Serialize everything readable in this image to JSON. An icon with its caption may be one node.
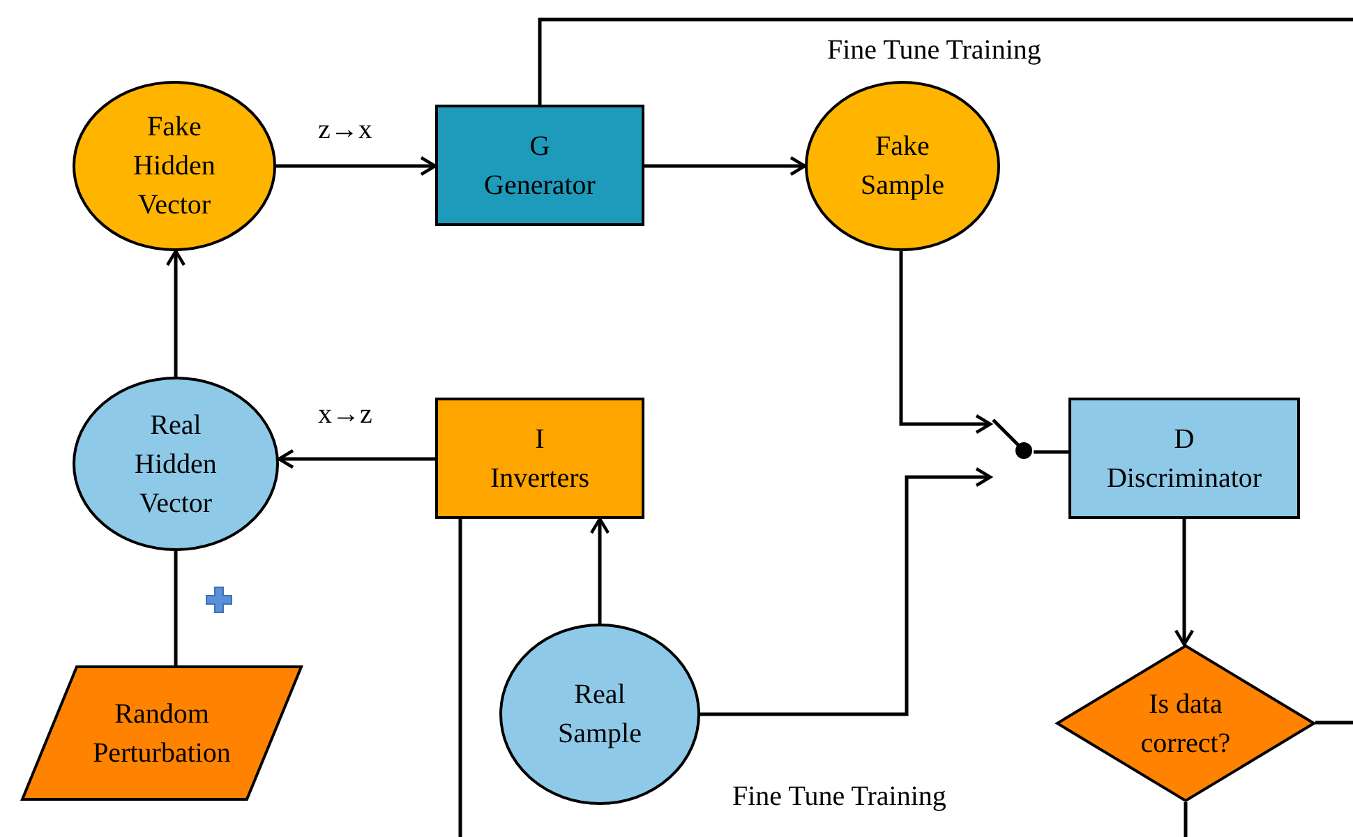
{
  "diagram": {
    "nodes": [
      {
        "text": [
          "Fake Hidden Vector"
        ]
      },
      {
        "text": [
          "G",
          "Generator"
        ]
      },
      {
        "text": [
          "Fake Sample"
        ]
      },
      {
        "text": [
          "Real Hidden Vector"
        ]
      },
      {
        "text": [
          "I",
          "Inverters"
        ]
      },
      {
        "text": [
          "Random Perturbation"
        ]
      },
      {
        "text": [
          "Real Sample"
        ]
      },
      {
        "text": [
          "D",
          "Discriminator"
        ]
      },
      {
        "text": [
          "Is data correct?"
        ]
      },
      {
        "text": [],
        "shape": "circle"
      }
    ],
    "edges": [
      {
        "from": 0,
        "to": 1,
        "arrow": "to",
        "label": "z→x"
      },
      {
        "from": 1,
        "to": 2,
        "arrow": "to"
      },
      {
        "from": 3,
        "to": 0,
        "arrow": "to"
      },
      {
        "from": 4,
        "to": 3,
        "arrow": "to",
        "label": "x→z"
      },
      {
        "from": 6,
        "to": 4,
        "arrow": "to"
      },
      {
        "from": 5,
        "to": 3,
        "arrow": "none"
      },
      {
        "from": 2,
        "to": 9,
        "arrow": "to"
      },
      {
        "from": 6,
        "to": 9,
        "arrow": "to"
      },
      {
        "from": 9,
        "to": 7,
        "arrow": "none"
      },
      {
        "from": 7,
        "to": 8,
        "arrow": "to"
      },
      {
        "from": 1,
        "to": null,
        "arrow": "none"
      },
      {
        "from": 4,
        "to": null,
        "arrow": "none"
      },
      {
        "from": 8,
        "to": null,
        "arrow": "none"
      },
      {
        "from": 8,
        "to": null,
        "arrow": "none"
      }
    ],
    "labels": [
      "Fine Tune Training",
      "Fine Tune Training"
    ]
  }
}
